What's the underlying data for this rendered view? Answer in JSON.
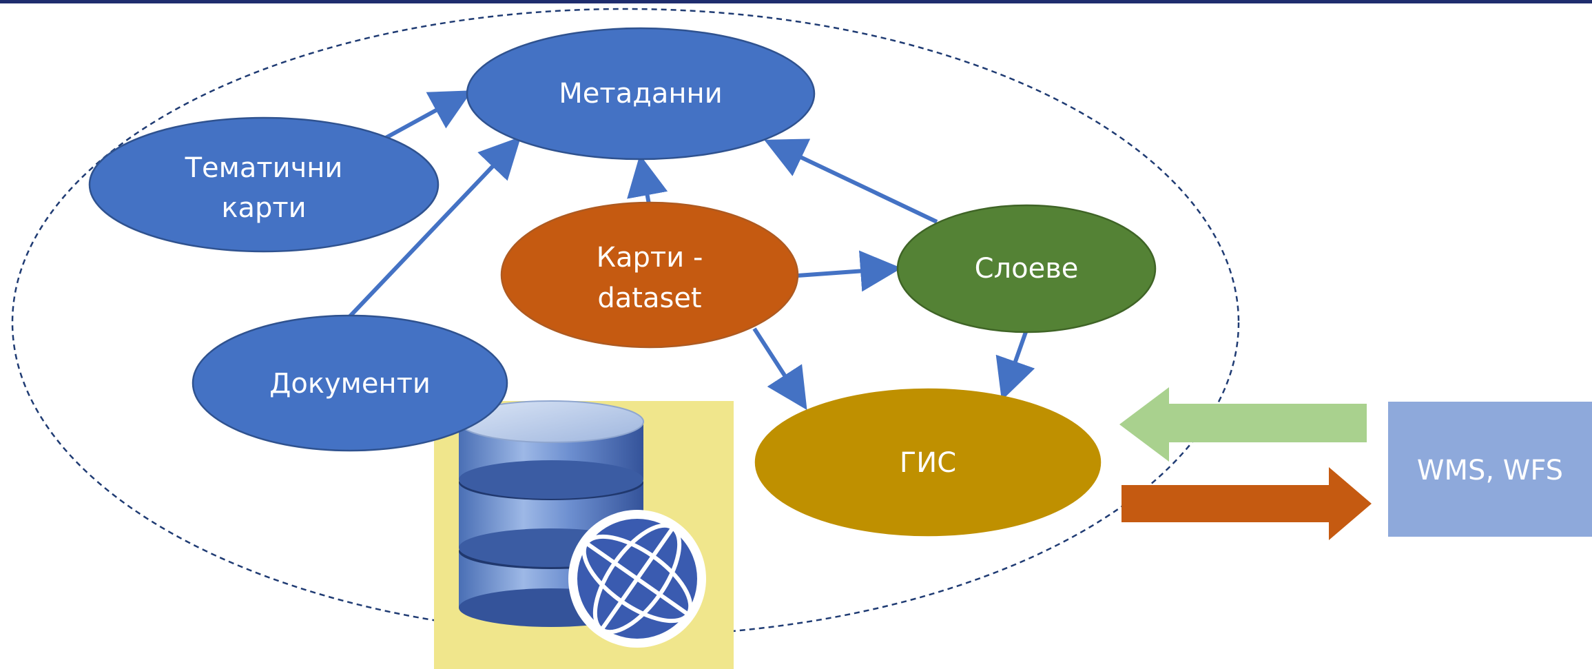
{
  "diagram": {
    "nodes": {
      "metadata": {
        "label": "Метаданни",
        "color": "#4472C4"
      },
      "thematic_maps": {
        "line1": "Тематични",
        "line2": "карти",
        "color": "#4472C4"
      },
      "maps_dataset": {
        "line1": "Карти -",
        "line2": "dataset",
        "color": "#C55A11"
      },
      "layers": {
        "label": "Слоеве",
        "color": "#548235"
      },
      "documents": {
        "label": "Документи",
        "color": "#4472C4"
      },
      "gis": {
        "label": "ГИС",
        "color": "#BF9000"
      },
      "wms_wfs": {
        "label": "WMS, WFS",
        "color": "#8EA9DB"
      }
    },
    "edges": [
      {
        "from": "thematic_maps",
        "to": "metadata"
      },
      {
        "from": "documents",
        "to": "metadata"
      },
      {
        "from": "maps_dataset",
        "to": "metadata"
      },
      {
        "from": "layers",
        "to": "metadata"
      },
      {
        "from": "maps_dataset",
        "to": "layers"
      },
      {
        "from": "maps_dataset",
        "to": "gis"
      },
      {
        "from": "layers",
        "to": "gis"
      }
    ],
    "exchange_arrows": {
      "inbound_color": "#A9D18E",
      "outbound_color": "#C55A11"
    },
    "database_icon": {
      "icon": "database-globe-icon",
      "background": "#F0E68C"
    },
    "header_bar_color": "#1F2D6E",
    "boundary": {
      "style": "dashed",
      "color": "#1F3B73"
    }
  }
}
